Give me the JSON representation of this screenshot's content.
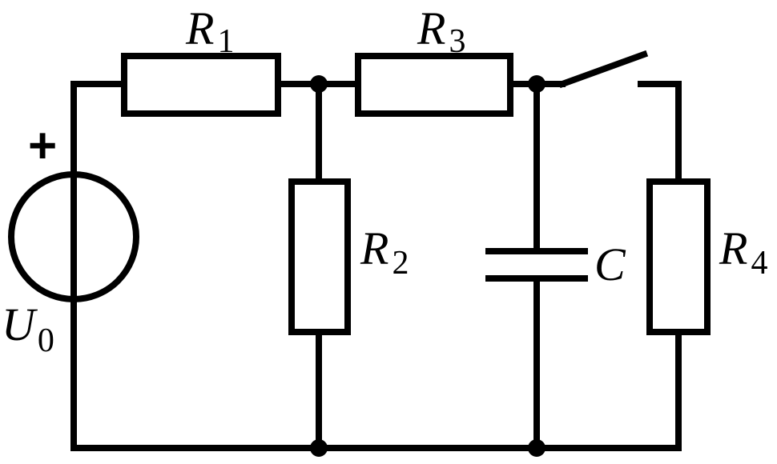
{
  "labels": {
    "r1": {
      "main": "R",
      "sub": "1"
    },
    "r3": {
      "main": "R",
      "sub": "3"
    },
    "r2": {
      "main": "R",
      "sub": "2"
    },
    "r4": {
      "main": "R",
      "sub": "4"
    },
    "c": {
      "main": "C"
    },
    "u0": {
      "main": "U",
      "sub": "0"
    },
    "plus": "+"
  }
}
